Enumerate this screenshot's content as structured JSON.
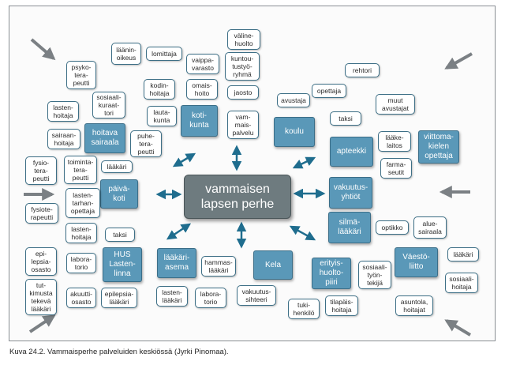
{
  "center": "vammaisen\nlapsen perhe",
  "caption": "Kuva 24.2. Vammaisperhe palveluiden keskiössä (Jyrki Pinomaa).",
  "colors": {
    "category": "#5a98b8",
    "center": "#6e7b7f",
    "arrow": "#1f6d8e",
    "corner_arrow": "#7b8084"
  },
  "categories": {
    "kotikunta": "koti-\nkunta",
    "koulu": "koulu",
    "hoitava_sairaala": "hoitava\nsairaala",
    "apteekki": "apteekki",
    "viittomakielen_opettaja": "viittoma-\nkielen\nopettaja",
    "paivakoti": "päivä-\nkoti",
    "vakuutusyhtiot": "vakuutus-\nyhtiöt",
    "silmalaakari": "silmä-\nlääkäri",
    "hus": "HUS\nLasten-\nlinna",
    "laakariasema": "lääkäri-\nasema",
    "kela": "Kela",
    "erityishuoltopiiri": "erityis-\nhuolto-\npiiri",
    "vaestoliitto": "Väestö-\nliitto"
  },
  "boxes": {
    "laaninoikeus": "läänin-\noikeus",
    "lomittaja": "lomittaja",
    "valinehuolto": "väline-\nhuolto",
    "psykoterapeutti": "psyko-\ntera-\npeutti",
    "vaippavarasto": "vaippa-\nvarasto",
    "kuntoutustyoryhma": "kuntou-\ntustyö-\nryhmä",
    "rehtori": "rehtori",
    "kodinhoitaja": "kodin-\nhoitaja",
    "omaishoito": "omais-\nhoito",
    "opettaja": "opettaja",
    "lastenhoitaja_top": "lasten-\nhoitaja",
    "sosiaalikuraattori": "sosiaali-\nkuraat-\ntori",
    "jaosto": "jaosto",
    "avustaja": "avustaja",
    "muut_avustajat": "muut\navustajat",
    "lautakunta": "lauta-\nkunta",
    "vammaispalvelu": "vam-\nmais-\npalvelu",
    "taksi_top": "taksi",
    "sairaanhoitaja": "sairaan-\nhoitaja",
    "puheterapeutti": "puhe-\ntera-\npeutti",
    "laakelaitos": "lääke-\nlaitos",
    "fysioterapeutti_top": "fysio-\ntera-\npeutti",
    "toimintaterapeutti": "toiminta-\ntera-\npeutti",
    "laakari_sairaala": "lääkäri",
    "farmaseutit": "farma-\nseutit",
    "lastentarhanopettaja": "lasten-\ntarhan-\nopettaja",
    "fysioterapeutti_left": "fysiote-\nrapeutti",
    "lastenhoitaja_mid": "lasten-\nhoitaja",
    "taksi_mid": "taksi",
    "optikko": "optikko",
    "aluesairaala": "alue-\nsairaala",
    "epilepsiaosasto": "epi-\nlepsia-\nosasto",
    "laboratorio_left": "labora-\ntorio",
    "hammaslaakari": "hammas-\nlääkäri",
    "laakari_right": "lääkäri",
    "sosiaalityontekija": "sosiaali-\ntyön-\ntekijä",
    "tutkimustekeva": "tut-\nkimusta\ntekevä\nlääkäri",
    "akuuttiosasto": "akuutti-\nosasto",
    "epilepsialaakari": "epilepsia-\nlääkäri",
    "lastenlaakari": "lasten-\nlääkäri",
    "laboratorio_bottom": "labora-\ntorio",
    "vakuutussihteeri": "vakuutus-\nsihteeri",
    "sosiaalihoitaja": "sosiaali-\nhoitaja",
    "tukihenkilo": "tuki-\nhenkilö",
    "tilapaishoitaja": "tilapäis-\nhoitaja",
    "asuntola": "asuntola,\nhoitajat"
  }
}
